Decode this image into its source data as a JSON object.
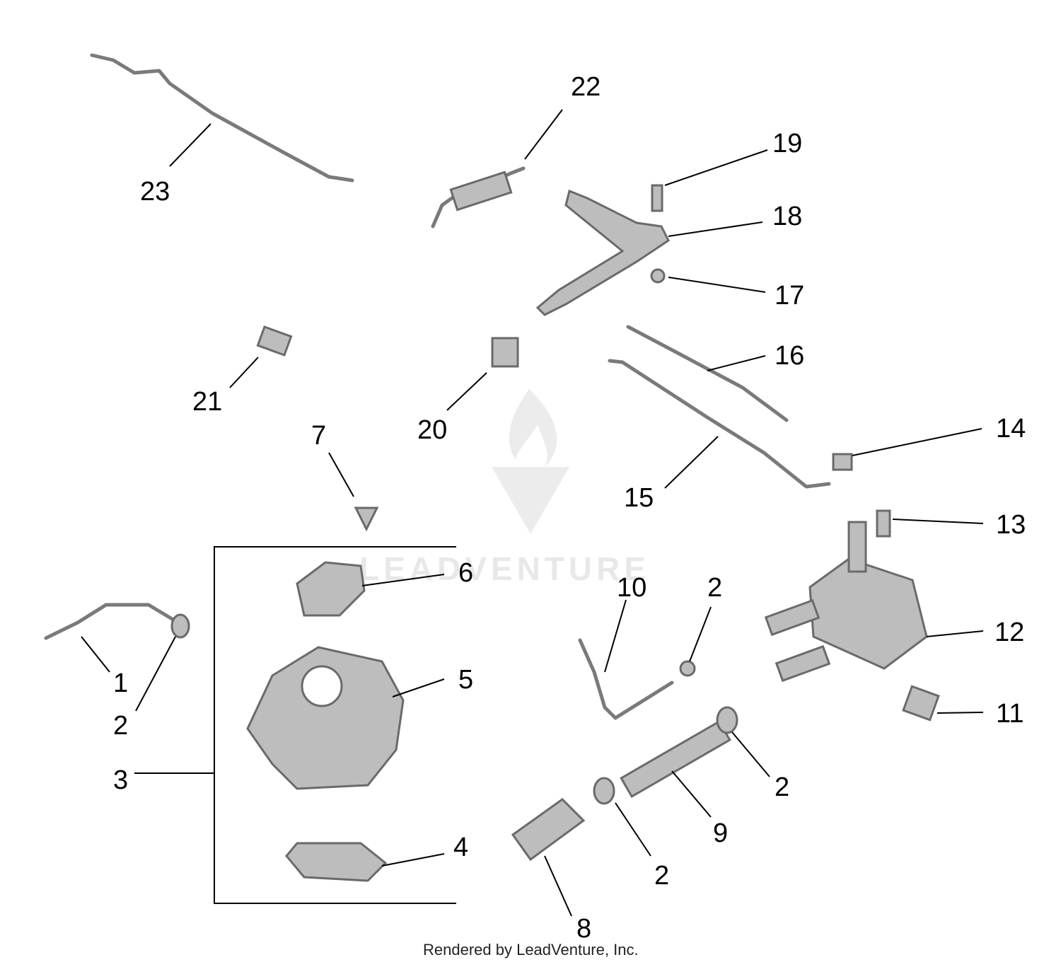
{
  "callouts": {
    "c1": "1",
    "c2a": "2",
    "c2b": "2",
    "c2c": "2",
    "c2d": "2",
    "c3": "3",
    "c4": "4",
    "c5": "5",
    "c6": "6",
    "c7": "7",
    "c8": "8",
    "c9": "9",
    "c10": "10",
    "c11": "11",
    "c12": "12",
    "c13": "13",
    "c14": "14",
    "c15": "15",
    "c16": "16",
    "c17": "17",
    "c18": "18",
    "c19": "19",
    "c20": "20",
    "c21": "21",
    "c22": "22",
    "c23": "23"
  },
  "watermark": "LEADVENTURE",
  "credit": "Rendered by LeadVenture, Inc.",
  "colors": {
    "line": "#000000",
    "part_stroke": "#7a7a7a",
    "part_fill": "#bdbdbd",
    "watermark": "#e8e8e8"
  }
}
